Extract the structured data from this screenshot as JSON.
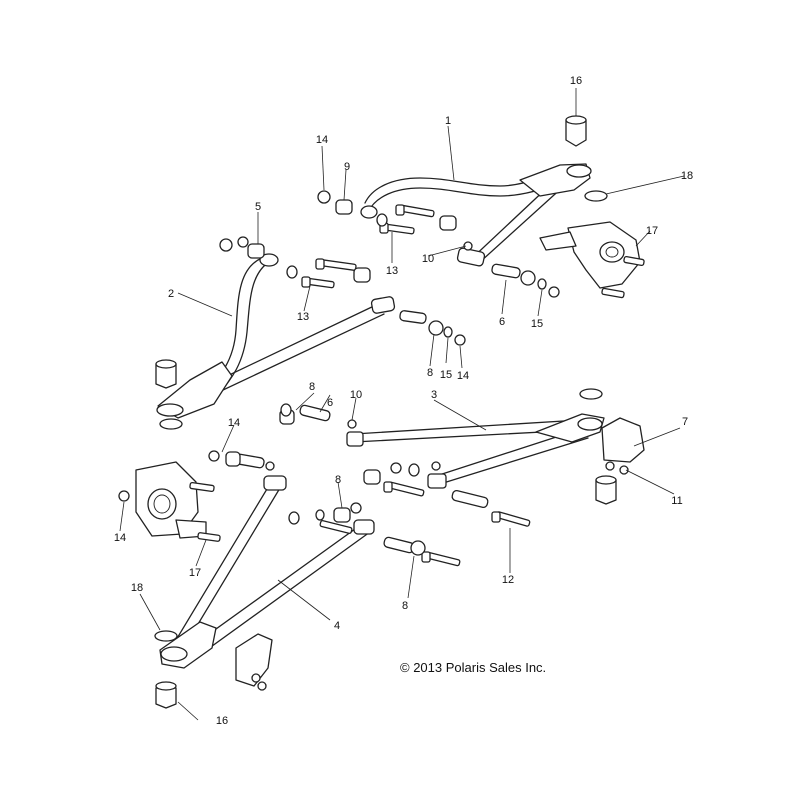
{
  "callouts": {
    "c1": "1",
    "c2": "2",
    "c3": "3",
    "c4": "4",
    "c5": "5",
    "c6a": "6",
    "c6b": "6",
    "c7": "7",
    "c8a": "8",
    "c8b": "8",
    "c8c": "8",
    "c8d": "8",
    "c9": "9",
    "c10a": "10",
    "c10b": "10",
    "c11": "11",
    "c12": "12",
    "c13a": "13",
    "c13b": "13",
    "c14a": "14",
    "c14b": "14",
    "c14c": "14",
    "c14d": "14",
    "c15a": "15",
    "c15b": "15",
    "c16a": "16",
    "c16b": "16",
    "c17a": "17",
    "c17b": "17",
    "c18a": "18",
    "c18b": "18"
  },
  "copyright": "© 2013 Polaris Sales Inc."
}
